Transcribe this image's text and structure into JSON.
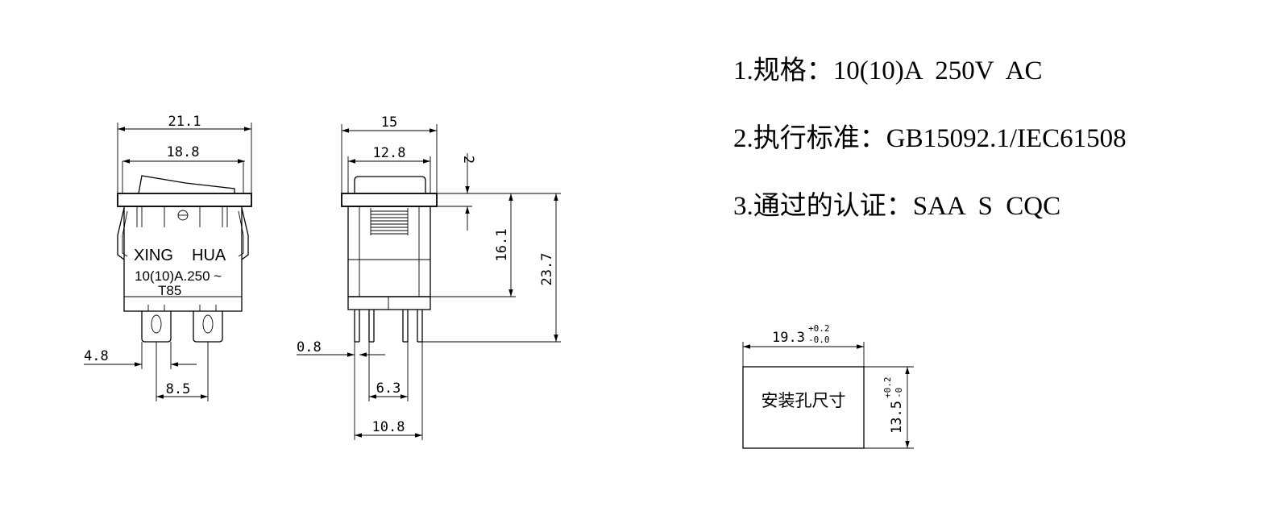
{
  "front_view": {
    "dim_overall_width": "21.1",
    "dim_actuator_width": "18.8",
    "dim_terminal_width": "4.8",
    "dim_terminal_pitch": "8.5",
    "marking_brand_left": "XING",
    "marking_brand_right": "HUA",
    "marking_rating": "10(10)A.250 ~",
    "marking_temp": "T85"
  },
  "side_view": {
    "dim_flange_width": "15",
    "dim_body_width": "12.8",
    "dim_flange_thickness": "2",
    "dim_body_height": "16.1",
    "dim_total_height": "23.7",
    "dim_terminal_thickness": "0.8",
    "dim_terminal_gap": "6.3",
    "dim_terminal_span": "10.8"
  },
  "specs": [
    {
      "label": "1.规格：",
      "value": "10(10)A  250V  AC"
    },
    {
      "label": "2.执行标准：",
      "value": "GB15092.1/IEC61508"
    },
    {
      "label": "3.通过的认证：",
      "value": "SAA  S  CQC"
    }
  ],
  "mounting_hole": {
    "label": "安装孔尺寸",
    "width": "19.3",
    "width_tol_upper": "+0.2",
    "width_tol_lower": "-0.0",
    "height": "13.5",
    "height_tol_upper": "+0.2",
    "height_tol_lower": "-0"
  }
}
